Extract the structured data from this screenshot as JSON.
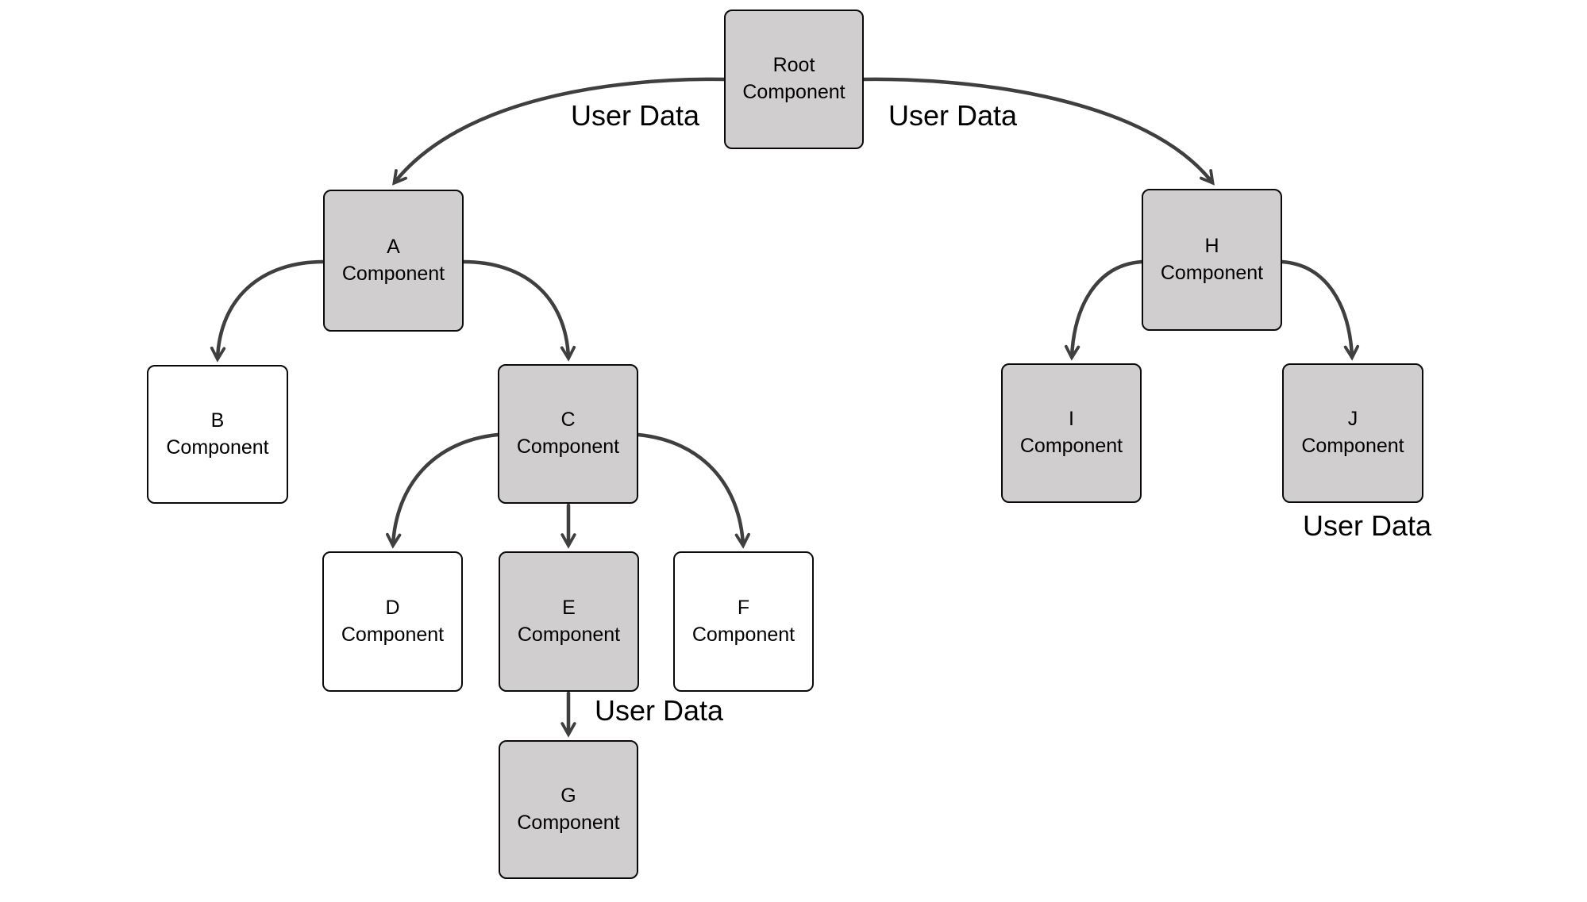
{
  "colors": {
    "node_fill_gray": "#d0cece",
    "node_fill_white": "#ffffff",
    "node_border": "#0a0a0a",
    "arrow": "#3f3f3f",
    "text": "#000000",
    "background": "#ffffff"
  },
  "nodes": [
    {
      "id": "root",
      "line1": "Root",
      "line2": "Component",
      "variant": "gray"
    },
    {
      "id": "a",
      "line1": "A",
      "line2": "Component",
      "variant": "gray"
    },
    {
      "id": "b",
      "line1": "B",
      "line2": "Component",
      "variant": "white"
    },
    {
      "id": "c",
      "line1": "C",
      "line2": "Component",
      "variant": "gray"
    },
    {
      "id": "d",
      "line1": "D",
      "line2": "Component",
      "variant": "white"
    },
    {
      "id": "e",
      "line1": "E",
      "line2": "Component",
      "variant": "gray"
    },
    {
      "id": "f",
      "line1": "F",
      "line2": "Component",
      "variant": "white"
    },
    {
      "id": "g",
      "line1": "G",
      "line2": "Component",
      "variant": "gray"
    },
    {
      "id": "h",
      "line1": "H",
      "line2": "Component",
      "variant": "gray"
    },
    {
      "id": "i",
      "line1": "I",
      "line2": "Component",
      "variant": "gray"
    },
    {
      "id": "j",
      "line1": "J",
      "line2": "Component",
      "variant": "gray"
    }
  ],
  "edges": [
    {
      "from": "Root",
      "to": "A",
      "label": "User Data"
    },
    {
      "from": "Root",
      "to": "H",
      "label": "User Data"
    },
    {
      "from": "A",
      "to": "B"
    },
    {
      "from": "A",
      "to": "C"
    },
    {
      "from": "C",
      "to": "D"
    },
    {
      "from": "C",
      "to": "E"
    },
    {
      "from": "C",
      "to": "F"
    },
    {
      "from": "E",
      "to": "G",
      "label": "User Data"
    },
    {
      "from": "H",
      "to": "I"
    },
    {
      "from": "H",
      "to": "J",
      "label": "User Data"
    }
  ]
}
